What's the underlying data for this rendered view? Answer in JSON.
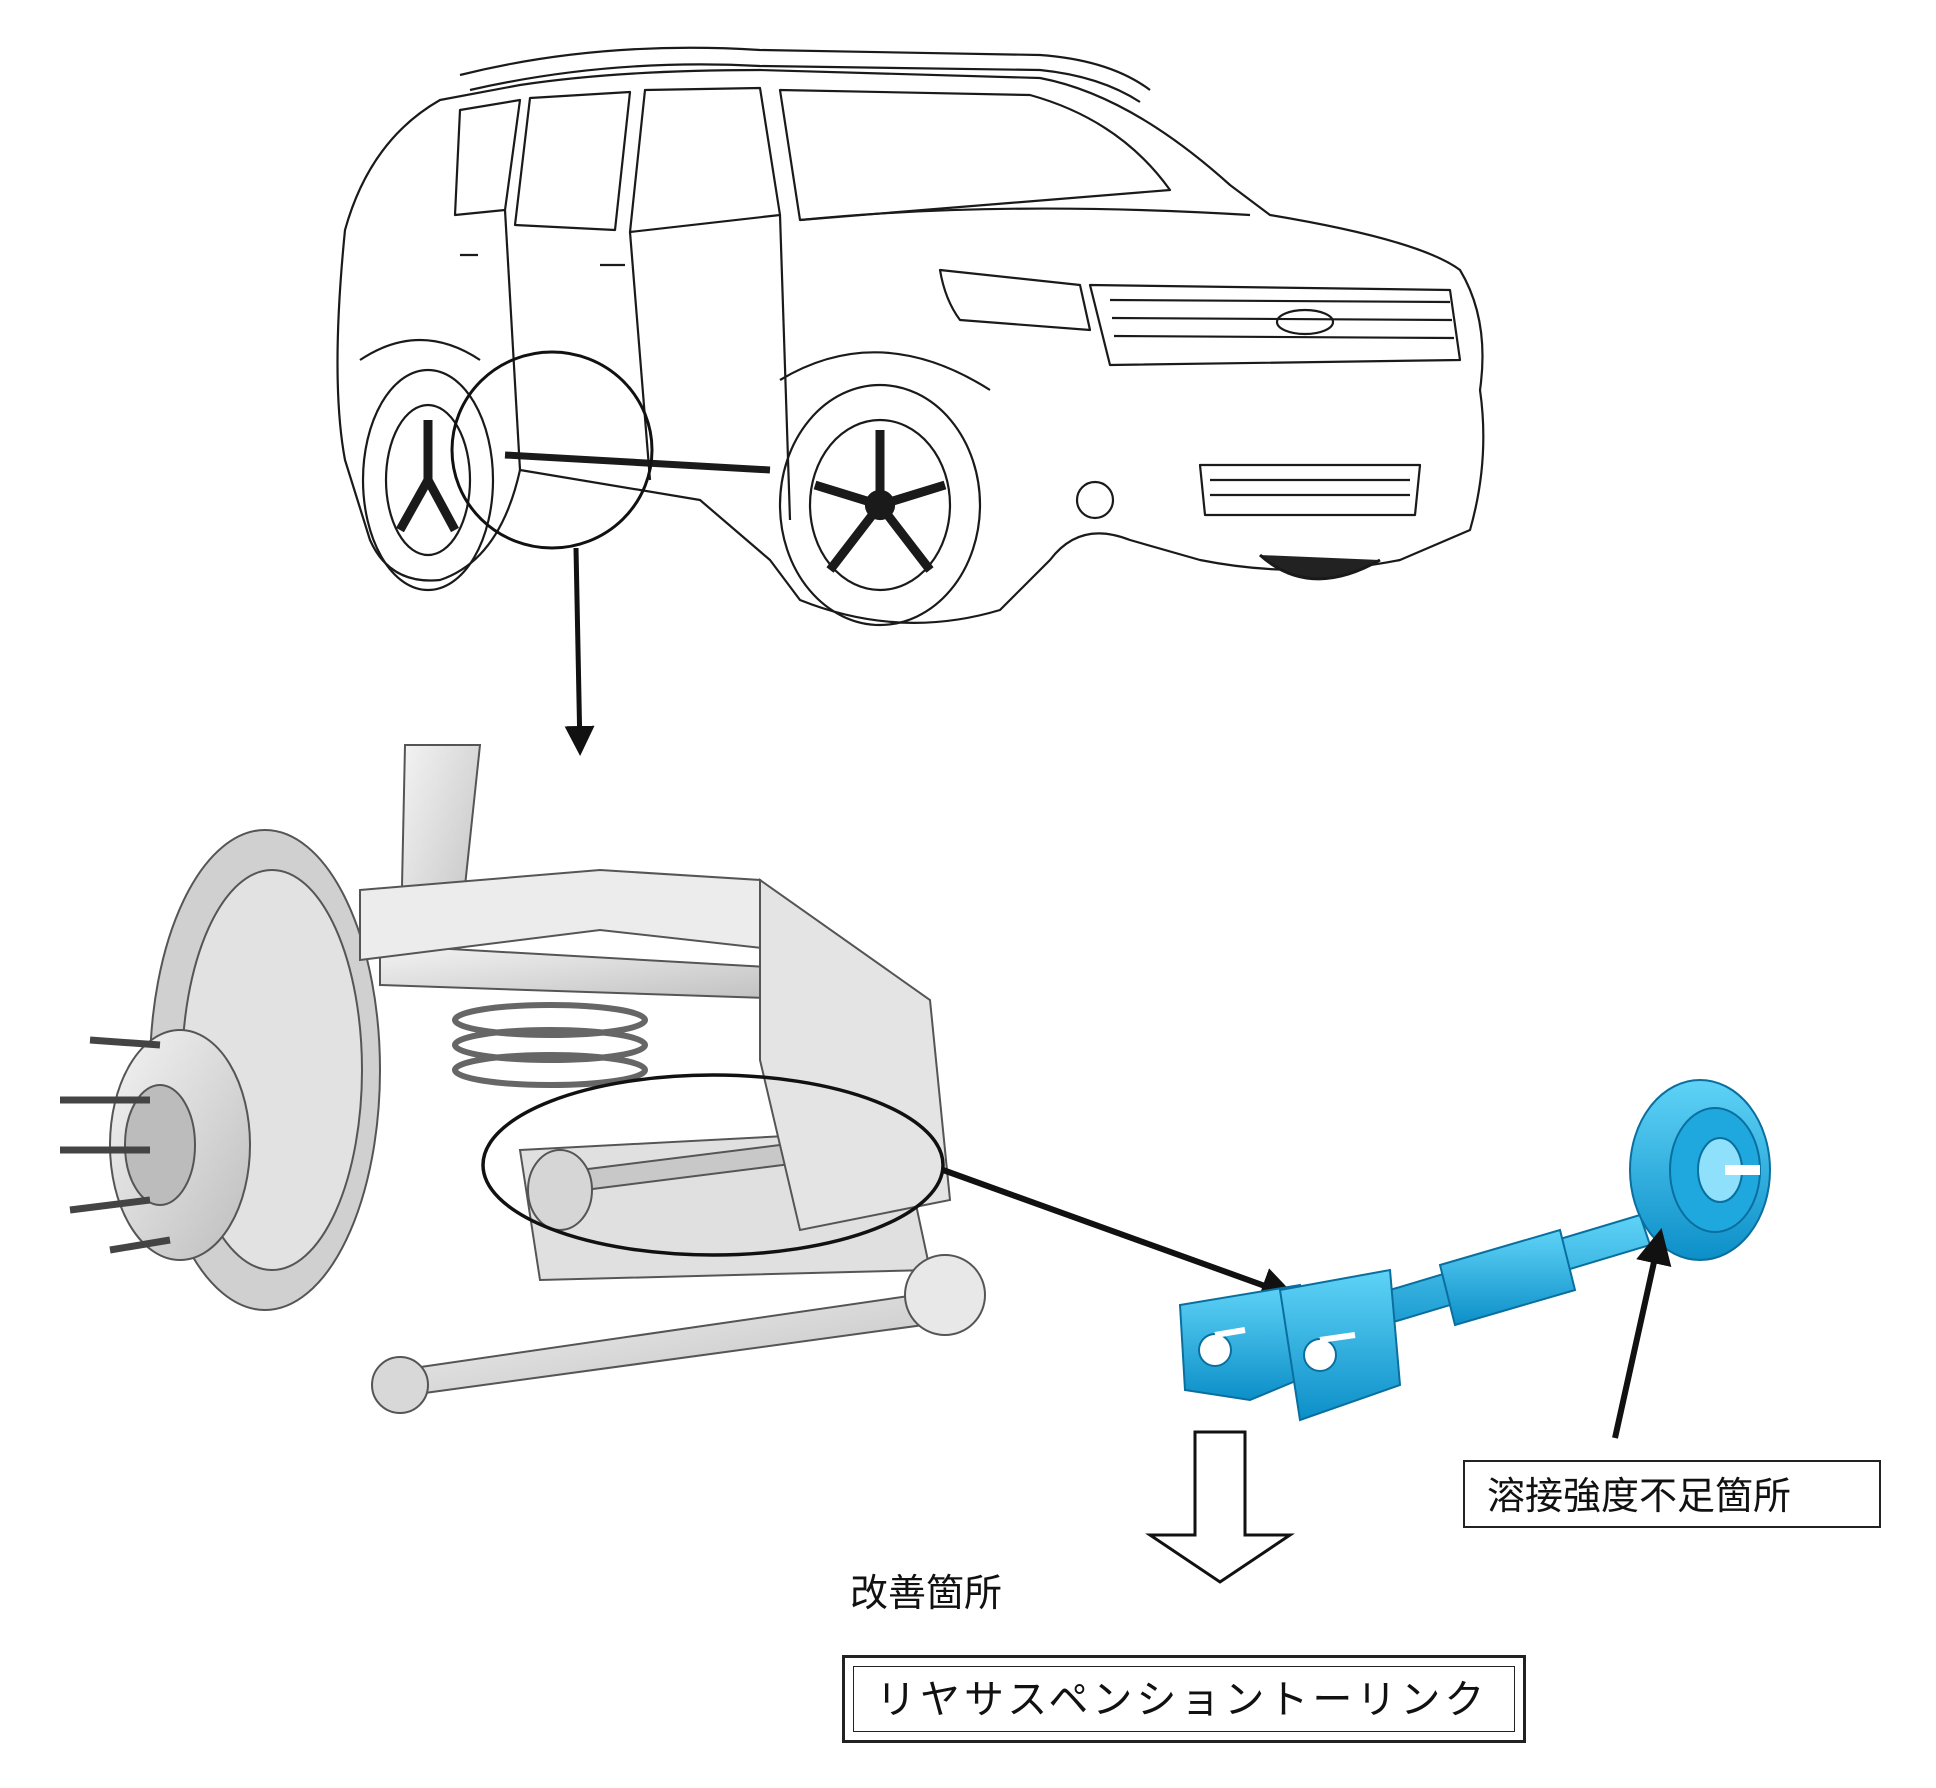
{
  "labels": {
    "weld_defect": "溶接強度不足箇所",
    "improvement": "改善箇所",
    "part_name": "リヤサスペンショントーリンク"
  },
  "colors": {
    "part_highlight": "#19b4ea",
    "part_shadow": "#0d86bd",
    "line": "#1a1a1a",
    "suspension_metal": "#dcdcdc"
  },
  "icons": [
    "suv-line-drawing",
    "rear-suspension-assembly",
    "toe-link-part",
    "hollow-down-arrow"
  ]
}
